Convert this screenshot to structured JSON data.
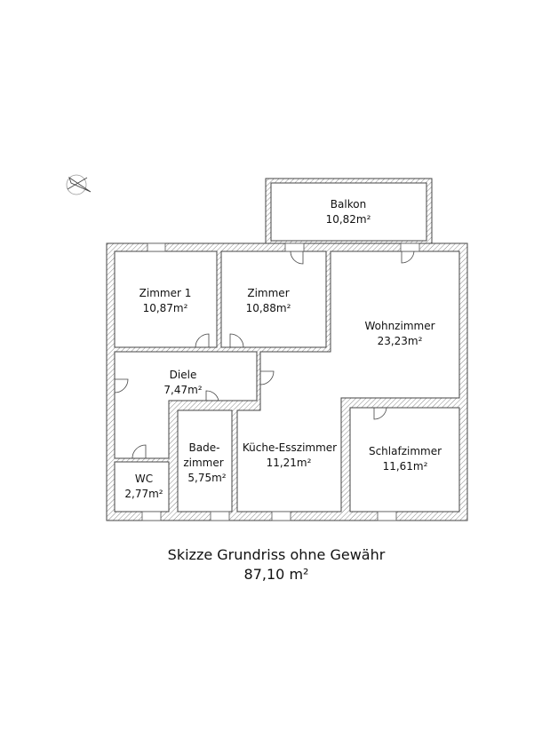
{
  "rooms": [
    {
      "name": "Balkon",
      "area": "10,82m²"
    },
    {
      "name": "Zimmer 1",
      "area": "10,87m²"
    },
    {
      "name": "Zimmer",
      "area": "10,88m²"
    },
    {
      "name": "Wohnzimmer",
      "area": "23,23m²"
    },
    {
      "name": "Diele",
      "area": "7,47m²"
    },
    {
      "name": "Bade-",
      "name2": "zimmer",
      "area": "5,75m²"
    },
    {
      "name": "Küche-Esszimmer",
      "area": "11,21m²"
    },
    {
      "name": "Schlafzimmer",
      "area": "11,61m²"
    },
    {
      "name": "WC",
      "area": "2,77m²"
    }
  ],
  "caption": {
    "title": "Skizze Grundriss ohne Gewähr",
    "total": "87,10 m²"
  }
}
